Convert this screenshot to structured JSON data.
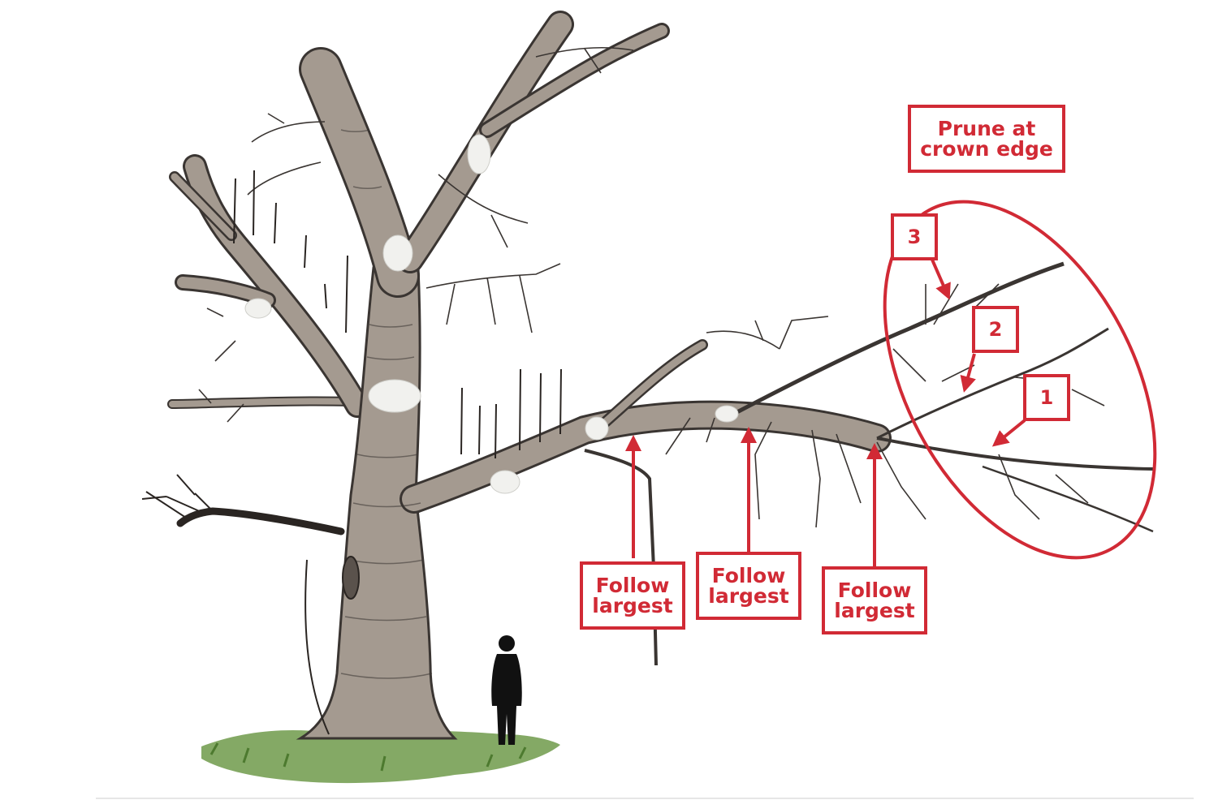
{
  "labels": {
    "prune": {
      "line1": "Prune at",
      "line2": "crown edge"
    },
    "follow1": {
      "line1": "Follow",
      "line2": "largest"
    },
    "follow2": {
      "line1": "Follow",
      "line2": "largest"
    },
    "follow3": {
      "line1": "Follow",
      "line2": "largest"
    },
    "n1": "1",
    "n2": "2",
    "n3": "3"
  },
  "colors": {
    "annotation": "#d12a35",
    "bark": "#a49a90",
    "bark_outline": "#3a3532",
    "grass": "#6f9a4a",
    "person": "#111111",
    "wound": "#f1f1ee"
  }
}
